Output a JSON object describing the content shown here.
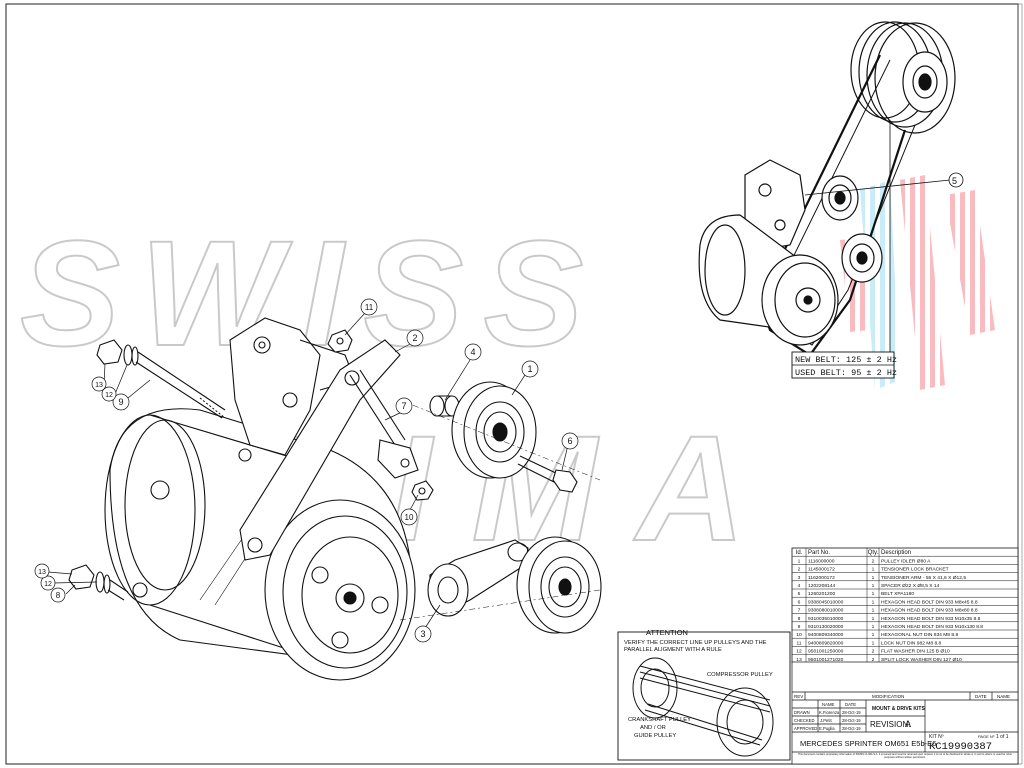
{
  "watermark": {
    "line1": "SWISS",
    "line2": "CLIMA",
    "accent_red": "#ef3b4a",
    "accent_blue": "#63c7ee"
  },
  "callouts": [
    {
      "n": "1"
    },
    {
      "n": "2"
    },
    {
      "n": "3"
    },
    {
      "n": "4"
    },
    {
      "n": "5"
    },
    {
      "n": "6"
    },
    {
      "n": "7"
    },
    {
      "n": "8"
    },
    {
      "n": "9"
    },
    {
      "n": "10"
    },
    {
      "n": "11"
    },
    {
      "n": "12"
    },
    {
      "n": "13"
    },
    {
      "n": "12"
    },
    {
      "n": "13"
    }
  ],
  "belt_note": {
    "new": "NEW BELT: 125 ± 2 Hz",
    "used": "USED BELT: 95 ± 2 Hz"
  },
  "attention": {
    "title": "ATTENTION",
    "line1": "VERIFY THE CORRECT LINE UP PULLEYS AND THE",
    "line2": "PARALLEL ALIGMENT WITH A RULE",
    "compressor": "COMPRESSOR PULLEY",
    "crank1": "CRANKSHAFT PULLEY",
    "crank2": "AND / OR",
    "crank3": "GUIDE PULLEY"
  },
  "bom": {
    "headers": [
      "Id.",
      "Part No.",
      "Qty.",
      "Description"
    ],
    "rows": [
      [
        "1",
        "1116000000",
        "2",
        "PULLEY IDLER Ø80 A"
      ],
      [
        "2",
        "1145000172",
        "1",
        "TENSIONER LOCK BRACKET"
      ],
      [
        "3",
        "1162000172",
        "1",
        "TENSIONER ARM - 55 X 41,6 X Ø12,5"
      ],
      [
        "4",
        "1202208144",
        "1",
        "SPACER Ø22 X Ø8,5 X 14"
      ],
      [
        "5",
        "1260201200",
        "1",
        "BELT XPA1180"
      ],
      [
        "6",
        "9308045010000",
        "1",
        "HEXAGON HEAD BOLT DIN 933 M8x45 8.8"
      ],
      [
        "7",
        "9308080010000",
        "1",
        "HEXAGON HEAD BOLT DIN 933 M8x80 8.8"
      ],
      [
        "8",
        "9310035010000",
        "1",
        "HEXAGON HEAD BOLT DIN 933 M10x35 8.8"
      ],
      [
        "9",
        "9310130020000",
        "1",
        "HEXAGON HEAD BOLT DIN 933 M10x130 8.8"
      ],
      [
        "10",
        "9400809340000",
        "1",
        "HEXAGONAL NUT DIN 934 M8 8.8"
      ],
      [
        "11",
        "9400809820000",
        "1",
        "LOCK NUT DIN 982 M8 8.8"
      ],
      [
        "12",
        "9501001250000",
        "2",
        "FLAT WASHER DIN 125 B Ø10"
      ],
      [
        "13",
        "9501001271020",
        "2",
        "SPLIT LOCK WASHER DIN 127 Ø10"
      ]
    ]
  },
  "title_block": {
    "rev": "REV",
    "modification": "MODIFICATION",
    "date": "DATE",
    "name": "NAME",
    "col_name": "NAME",
    "col_date": "DATE",
    "drawn": "DRAWN",
    "drawn_name": "K.Fiorenza",
    "drawn_date": "28-Oct-19",
    "checked": "CHECKED",
    "checked_name": "J.Petit",
    "checked_date": "28-Oct-19",
    "approved": "APPROVED",
    "approved_name": "E.Puglia",
    "approved_date": "28-Oct-19",
    "kit_type": "MOUNT & DRIVE KITS",
    "revision_label": "REVISION:",
    "revision": "A",
    "kit_label": "KIT Nº",
    "page_label": "PAGE Nº",
    "page": "1 of 1",
    "kit_no": "KC19990387",
    "vehicle": "MERCEDES SPRINTER OM651 E5b-E6",
    "disclaimer": "This document contains proprietary information of SWISS CLIMA S.A. It is loaned and must be returned upon request; it is not to be disclosed in whole or in part to others or used for other purposes without written permission."
  }
}
